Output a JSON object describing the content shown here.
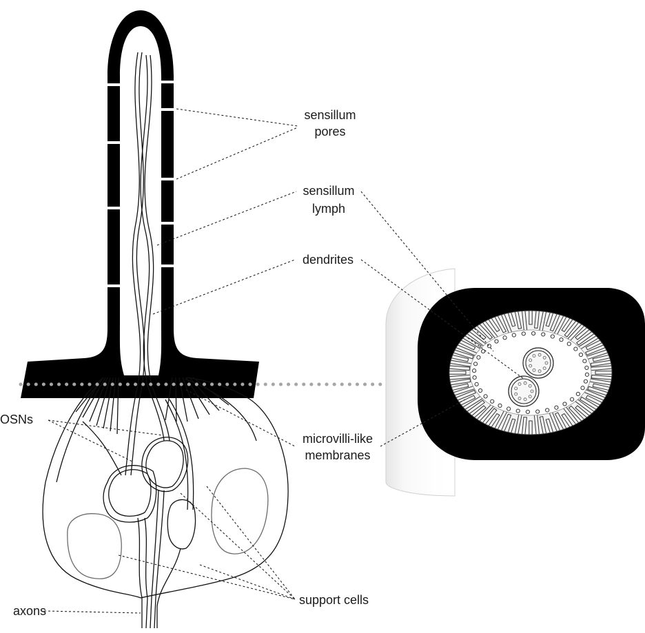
{
  "labels": {
    "sensillum_pores": [
      "sensillum",
      "pores"
    ],
    "sensillum_lymph": [
      "sensillum",
      "lymph"
    ],
    "dendrites": "dendrites",
    "osns": "OSNs",
    "microvilli": [
      "microvilli-like",
      "membranes"
    ],
    "axons": "axons",
    "support_cells": "support cells"
  },
  "colors": {
    "cuticle": "#000000",
    "line": "#111111",
    "leader": "#222222",
    "cut_plane_dots": "#a6a6a6",
    "cell_outline": "#6b6b6b",
    "background": "#ffffff"
  }
}
